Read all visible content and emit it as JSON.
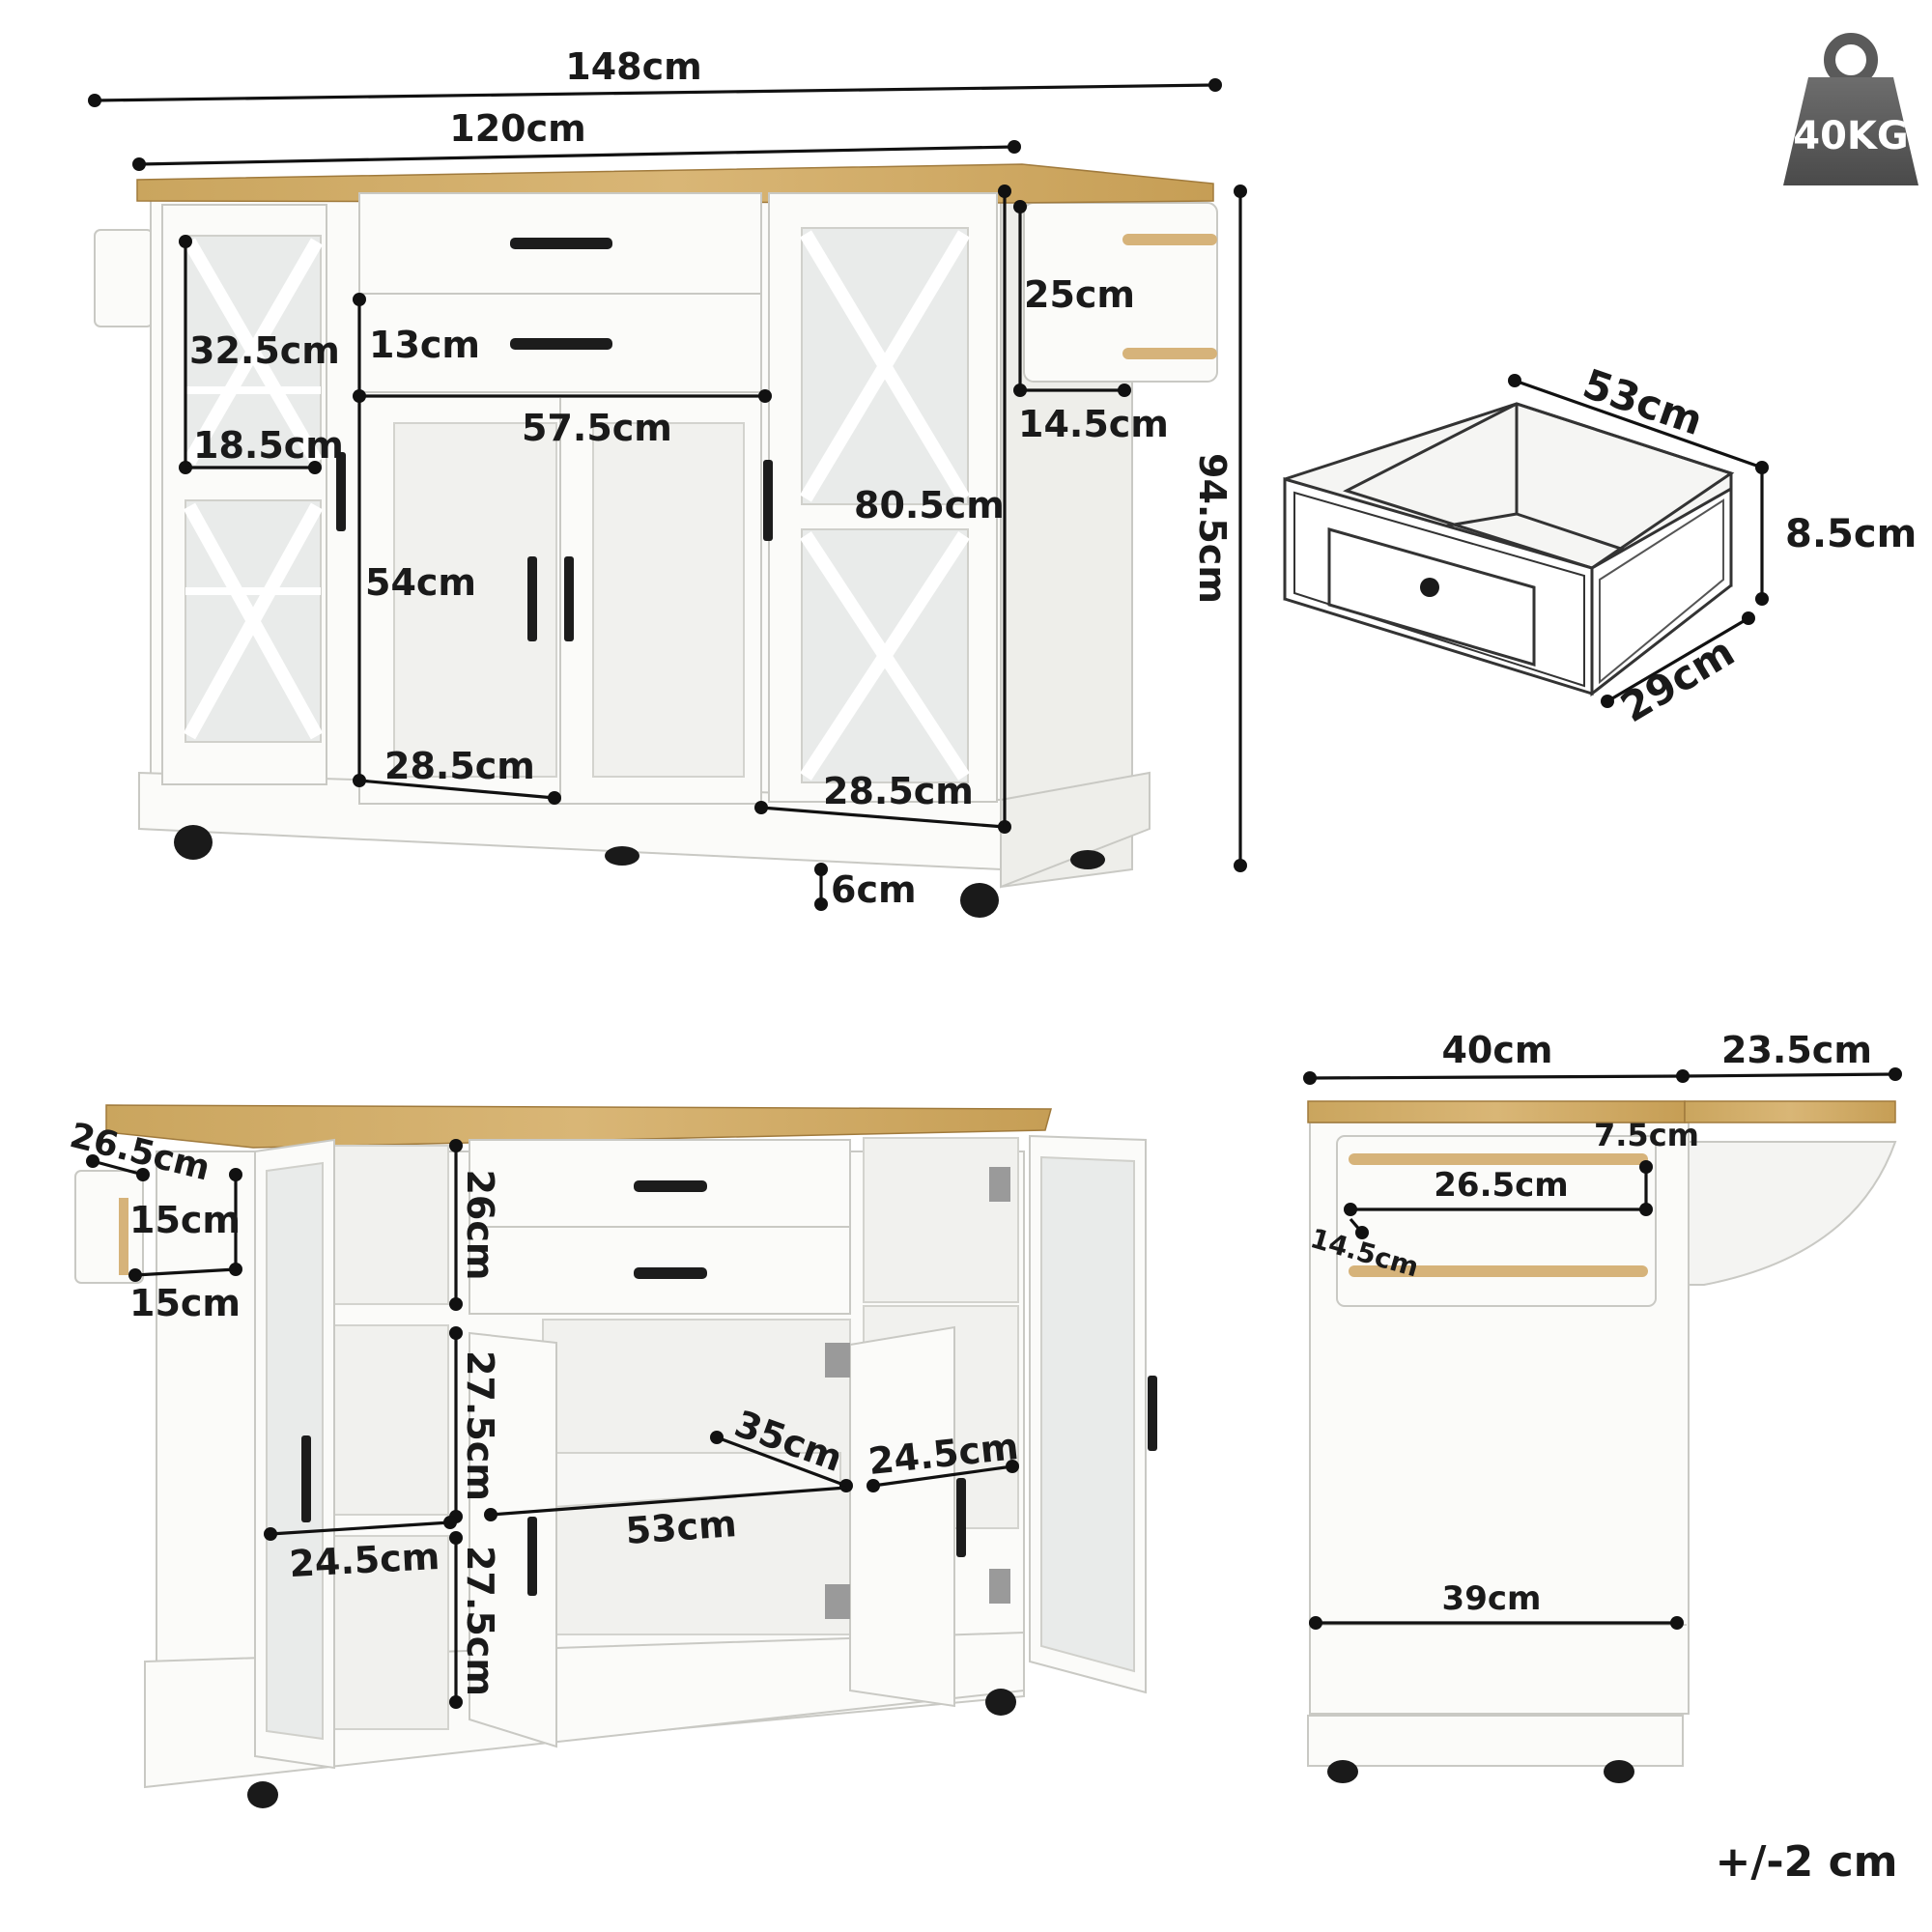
{
  "weight_badge": {
    "label": "40KG"
  },
  "tolerance": "+/-2 cm",
  "front_view": {
    "overall_width": "148cm",
    "body_width": "120cm",
    "height": "94.5cm",
    "glass_door_upper": "32.5cm",
    "glass_door_width": "18.5cm",
    "drawer_height": "13cm",
    "center_width": "57.5cm",
    "center_door_height": "54cm",
    "center_door_width": "28.5cm",
    "side_door_width": "28.5cm",
    "side_height": "80.5cm",
    "towel_rack_height": "25cm",
    "towel_rack_width": "14.5cm",
    "base_height": "6cm"
  },
  "drawer_view": {
    "depth": "53cm",
    "height": "8.5cm",
    "width": "29cm"
  },
  "open_view": {
    "rack_depth": "26.5cm",
    "rack_height": "15cm",
    "rack_width": "15cm",
    "upper_shelf": "26cm",
    "middle_shelf": "27.5cm",
    "lower_shelf": "27.5cm",
    "left_width": "24.5cm",
    "center_depth": "35cm",
    "center_width": "53cm",
    "right_width": "24.5cm"
  },
  "side_view": {
    "body_depth": "40cm",
    "flap_depth": "23.5cm",
    "rack_offset": "7.5cm",
    "rack_width": "26.5cm",
    "rack_gap": "14.5cm",
    "base_width": "39cm"
  }
}
